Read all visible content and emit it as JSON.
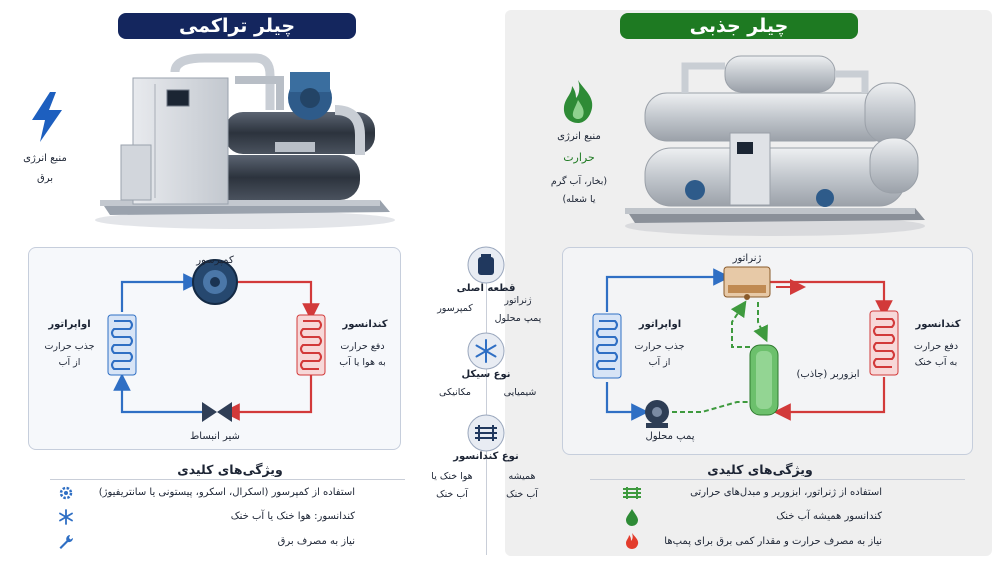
{
  "colors": {
    "navy": "#14265e",
    "green": "#1e7a22",
    "blue_line": "#2f6fc4",
    "red_line": "#d23a3a",
    "green_line": "#3e9a3e",
    "flame_red": "#e33c2c"
  },
  "left": {
    "title": "چیلر تراکمی",
    "energy_label": "منبع انرژی",
    "energy_value": "برق",
    "energy_icon": "lightning-icon",
    "cycle": {
      "compressor": "کمپرسور",
      "evaporator": "اواپراتور",
      "evaporator_desc": [
        "جذب حرارت",
        "از آب"
      ],
      "condenser": "کندانسور",
      "condenser_desc": [
        "دفع حرارت",
        "به هوا یا آب"
      ],
      "valve": "شیر انبساط"
    },
    "features_title": "ویژگی‌های کلیدی",
    "features": [
      {
        "icon": "gear-icon",
        "text": "استفاده از کمپرسور (اسکرال، اسکرو، پیستونی یا سانتریفیوژ)"
      },
      {
        "icon": "snowflake-icon",
        "text": "کندانسور: هوا خنک یا آب خنک"
      },
      {
        "icon": "wrench-icon",
        "text": "نیاز به مصرف برق"
      }
    ]
  },
  "right": {
    "title": "چیلر جذبی",
    "energy_label": "منبع انرژی",
    "energy_value": "حرارت",
    "energy_note": [
      "(بخار، آب گرم",
      "یا شعله)"
    ],
    "energy_icon": "flame-icon",
    "cycle": {
      "generator": "ژنراتور",
      "evaporator": "اواپراتور",
      "evaporator_desc": [
        "جذب حرارت",
        "از آب"
      ],
      "absorber": "ابزوربر (جاذب)",
      "condenser": "کندانسور",
      "condenser_desc": [
        "دفع حرارت",
        "به آب خنک"
      ],
      "pump": "پمپ محلول"
    },
    "features_title": "ویژگی‌های کلیدی",
    "features": [
      {
        "icon": "heat-exchanger-icon",
        "text": "استفاده از ژنراتور، ابزوربر و مبدل‌های حرارتی"
      },
      {
        "icon": "water-drop-icon",
        "text": "کندانسور همیشه آب خنک"
      },
      {
        "icon": "flame-icon",
        "text": "نیاز به مصرف حرارت و مقدار کمی برق برای پمپ‌ها"
      }
    ]
  },
  "middle": {
    "part_title": "قطعه اصلی",
    "part_left": "کمپرسور",
    "part_right": [
      "ژنراتور",
      "پمپ محلول"
    ],
    "cycle_title": "نوع سیکل",
    "cycle_left": "مکانیکی",
    "cycle_right": "شیمیایی",
    "cond_title": "نوع کندانسور",
    "cond_left": [
      "هوا خنک یا",
      "آب خنک"
    ],
    "cond_right": [
      "همیشه",
      "آب خنک"
    ]
  }
}
